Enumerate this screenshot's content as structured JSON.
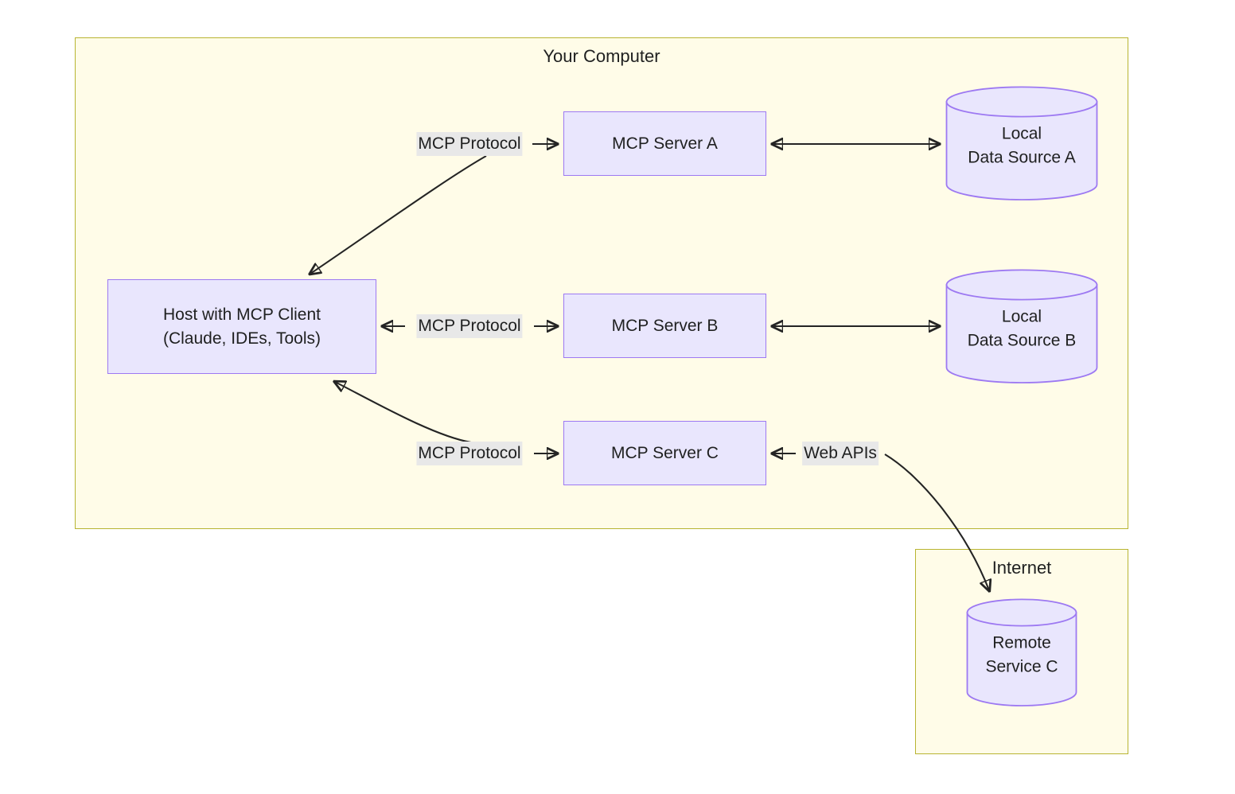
{
  "diagram": {
    "type": "architecture-flowchart",
    "title_visible": false,
    "colors": {
      "subgraph_fill": "#fffce8",
      "subgraph_border": "#b8b432",
      "node_fill": "#e9e6fd",
      "node_border": "#9d79f2",
      "edge_stroke": "#242424",
      "edge_label_bg": "#e8e8e8",
      "text": "#1f2020",
      "page_bg": "#ffffff"
    },
    "containers": [
      {
        "id": "computer",
        "label": "Your Computer"
      },
      {
        "id": "internet",
        "label": "Internet"
      }
    ],
    "nodes": [
      {
        "id": "host",
        "shape": "rect",
        "label_line1": "Host with MCP Client",
        "label_line2": "(Claude, IDEs, Tools)",
        "container": "computer"
      },
      {
        "id": "server_a",
        "shape": "rect",
        "label_line1": "MCP Server A",
        "label_line2": "",
        "container": "computer"
      },
      {
        "id": "server_b",
        "shape": "rect",
        "label_line1": "MCP Server B",
        "label_line2": "",
        "container": "computer"
      },
      {
        "id": "server_c",
        "shape": "rect",
        "label_line1": "MCP Server C",
        "label_line2": "",
        "container": "computer"
      },
      {
        "id": "source_a",
        "shape": "cylinder",
        "label_line1": "Local",
        "label_line2": "Data Source A",
        "container": "computer"
      },
      {
        "id": "source_b",
        "shape": "cylinder",
        "label_line1": "Local",
        "label_line2": "Data Source B",
        "container": "computer"
      },
      {
        "id": "remote_c",
        "shape": "cylinder",
        "label_line1": "Remote",
        "label_line2": "Service C",
        "container": "internet"
      }
    ],
    "edges": [
      {
        "id": "e1",
        "from": "host",
        "to": "server_a",
        "label": "MCP Protocol",
        "arrows": "both-separate"
      },
      {
        "id": "e2",
        "from": "host",
        "to": "server_b",
        "label": "MCP Protocol",
        "arrows": "both"
      },
      {
        "id": "e3",
        "from": "host",
        "to": "server_c",
        "label": "MCP Protocol",
        "arrows": "both-separate"
      },
      {
        "id": "e4",
        "from": "server_a",
        "to": "source_a",
        "label": "",
        "arrows": "both"
      },
      {
        "id": "e5",
        "from": "server_b",
        "to": "source_b",
        "label": "",
        "arrows": "both"
      },
      {
        "id": "e6",
        "from": "server_c",
        "to": "remote_c",
        "label": "Web APIs",
        "arrows": "both-separate"
      }
    ],
    "edge_labels": [
      {
        "id": "lbl-mcp-a",
        "text": "MCP Protocol"
      },
      {
        "id": "lbl-mcp-b",
        "text": "MCP Protocol"
      },
      {
        "id": "lbl-mcp-c",
        "text": "MCP Protocol"
      },
      {
        "id": "lbl-web-apis",
        "text": "Web APIs"
      }
    ]
  }
}
